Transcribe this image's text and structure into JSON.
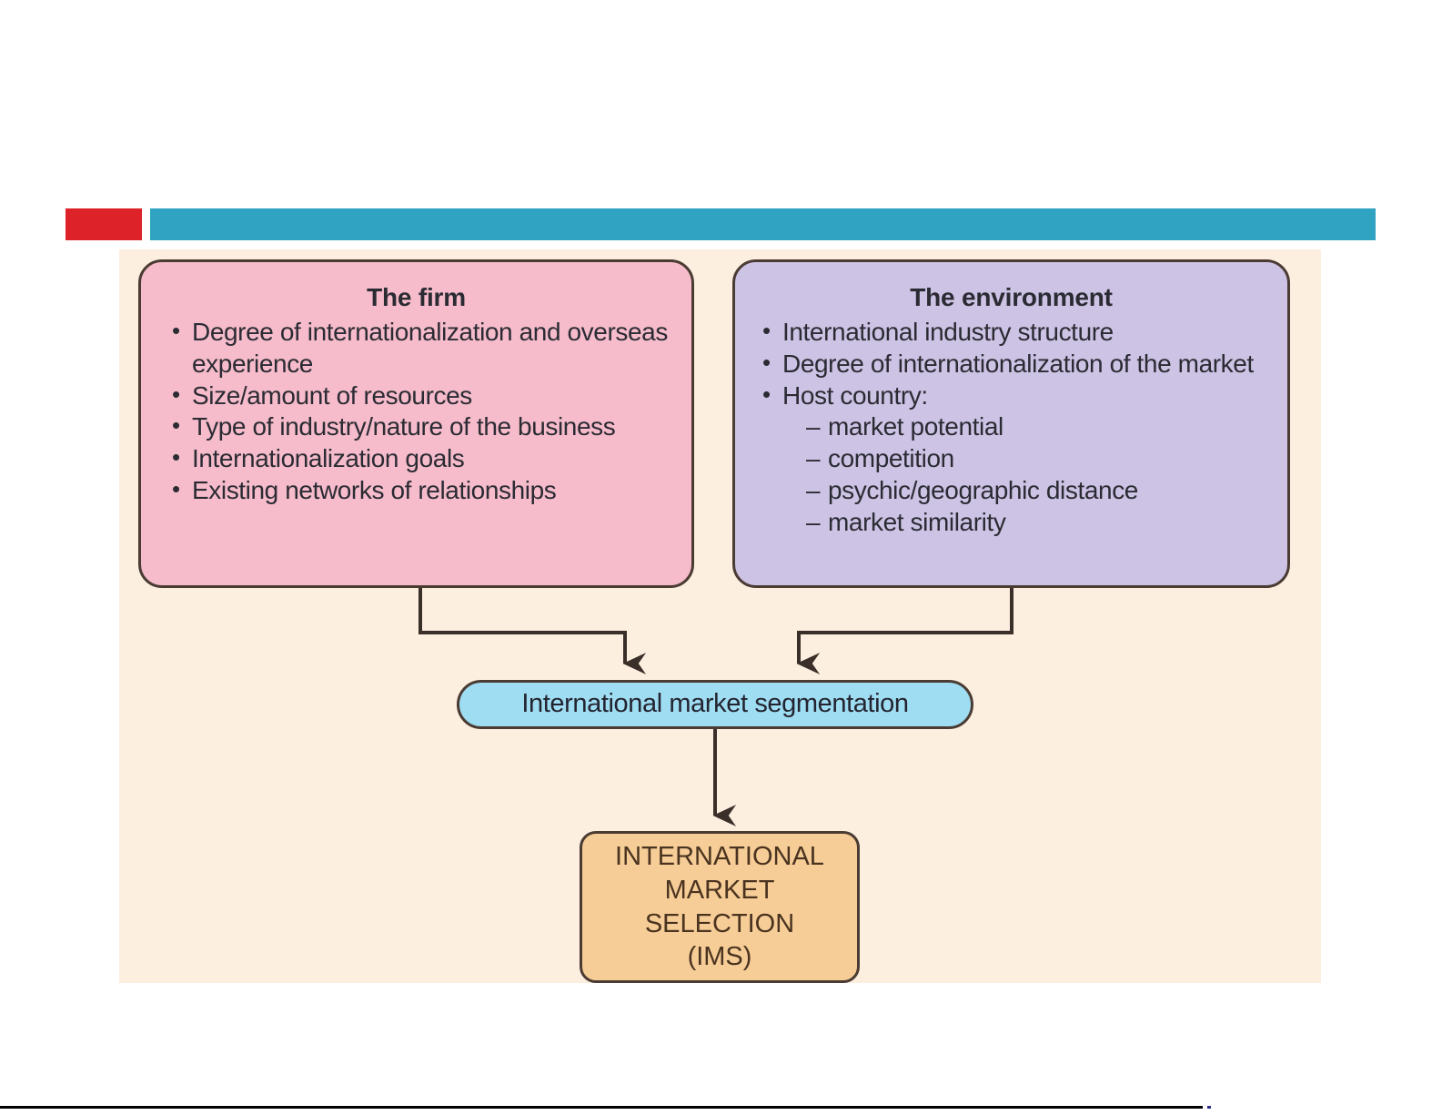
{
  "header": {
    "red_block_color": "#dd2229",
    "teal_bar_color": "#2fa3c1"
  },
  "diagram": {
    "background_color": "#fcefe0",
    "nodes": {
      "firm": {
        "title": "The firm",
        "color": "#f6bccb",
        "bullets": [
          "Degree of internationalization and overseas experience",
          "Size/amount of resources",
          "Type of industry/nature of the business",
          "Internationalization goals",
          "Existing networks of relationships"
        ]
      },
      "environment": {
        "title": "The environment",
        "color": "#cdc3e5",
        "bullets": [
          "International industry structure",
          "Degree of internationalization of the market",
          "Host country:"
        ],
        "sub_bullets": [
          "market potential",
          "competition",
          "psychic/geographic distance",
          "market similarity"
        ]
      },
      "segmentation": {
        "label": "International market segmentation",
        "color": "#9fddf2"
      },
      "ims": {
        "color": "#f6cd96",
        "lines": [
          "INTERNATIONAL",
          "MARKET",
          "SELECTION",
          "(IMS)"
        ]
      }
    },
    "connectors": {
      "line_color": "#4a3b33",
      "description": "The firm and The environment both feed into International market segmentation, which feeds into INTERNATIONAL MARKET SELECTION (IMS)"
    }
  }
}
